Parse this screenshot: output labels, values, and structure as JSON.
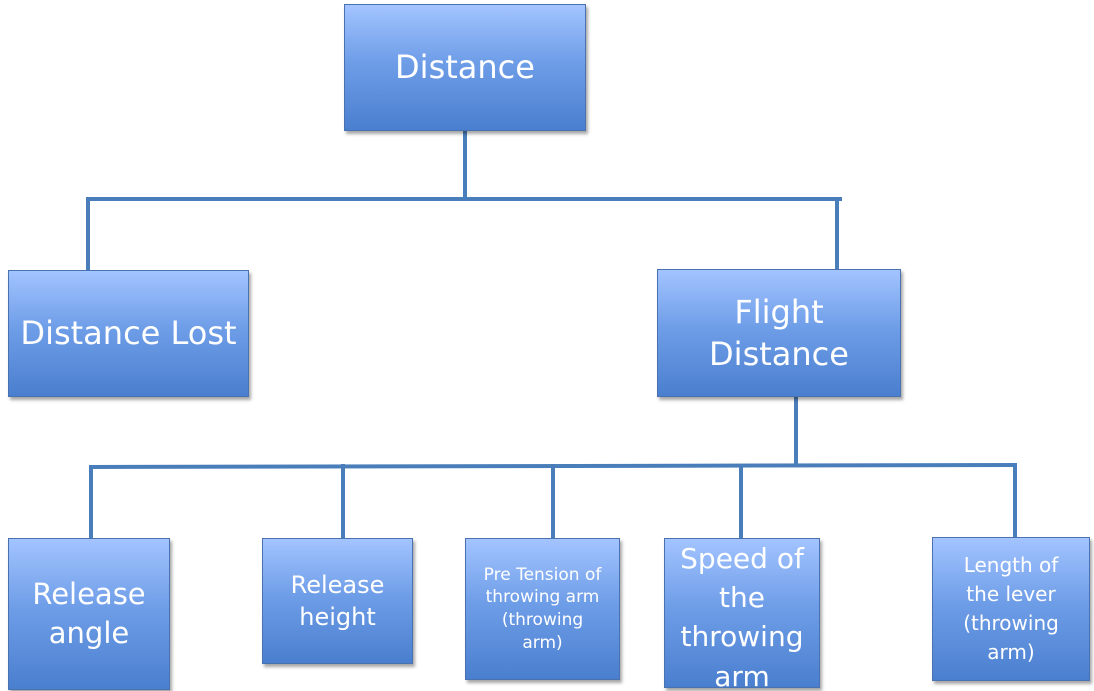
{
  "diagram": {
    "root": {
      "label": "Distance"
    },
    "level1": {
      "distance_lost": {
        "label": "Distance Lost"
      },
      "flight_distance": {
        "label": "Flight Distance"
      }
    },
    "level2": {
      "release_angle": {
        "label": "Release angle"
      },
      "release_height": {
        "label": "Release height"
      },
      "pre_tension": {
        "label": "Pre Tension of throwing arm (throwing arm)"
      },
      "speed": {
        "label": "Speed of the throwing arm"
      },
      "lever_length": {
        "label": "Length of the lever (throwing arm)"
      }
    },
    "colors": {
      "box_top": "#a3c4ff",
      "box_bottom": "#4a7fcf",
      "connector": "#4a7ebb",
      "text": "#ffffff"
    }
  }
}
